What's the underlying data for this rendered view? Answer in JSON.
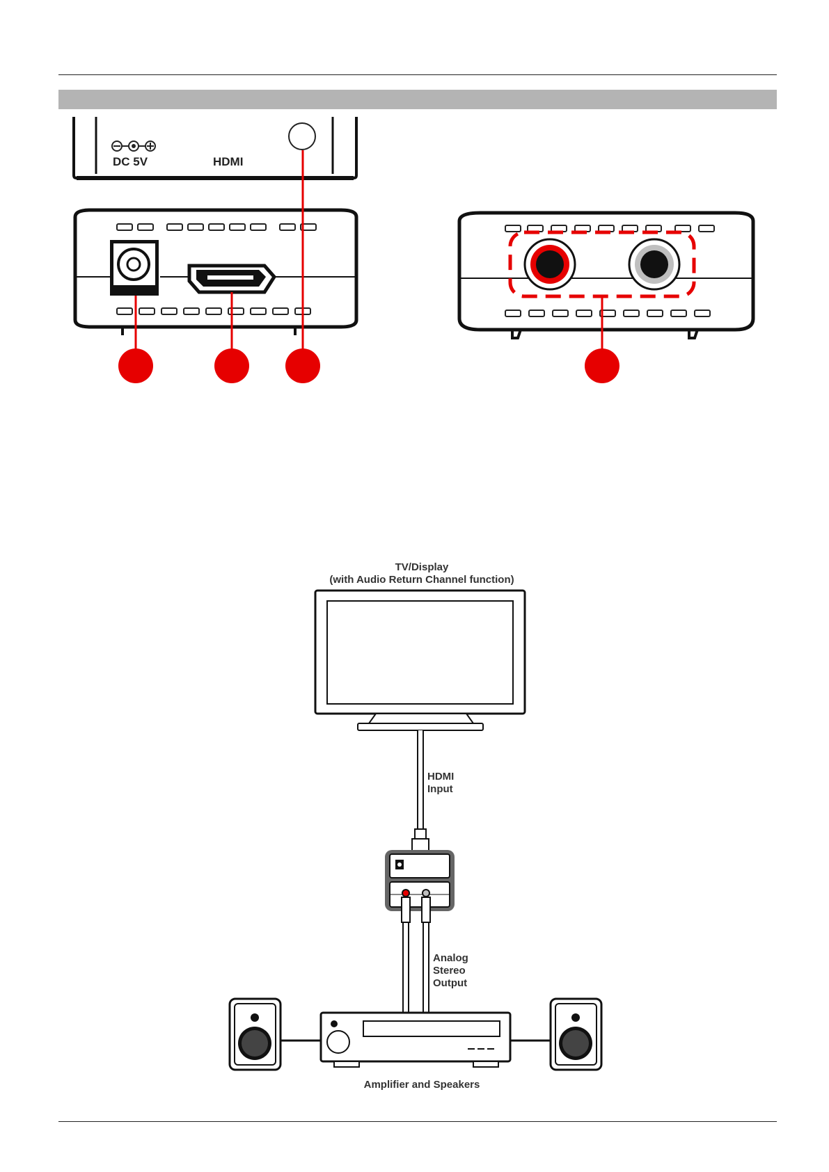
{
  "panel": {
    "dc_label": "DC 5V",
    "hdmi_label": "HDMI"
  },
  "diagram": {
    "tv_title": "TV/Display",
    "tv_subtitle": "(with Audio Return Channel  function)",
    "hdmi_cable": [
      "HDMI",
      "Input"
    ],
    "analog_cable": [
      "Analog",
      "Stereo",
      "Output"
    ],
    "amp_caption": "Amplifier and Speakers"
  },
  "colors": {
    "callout_red": "#e60000",
    "header_bar": "#b4b4b4",
    "rca_white": "#bfbfbf"
  }
}
